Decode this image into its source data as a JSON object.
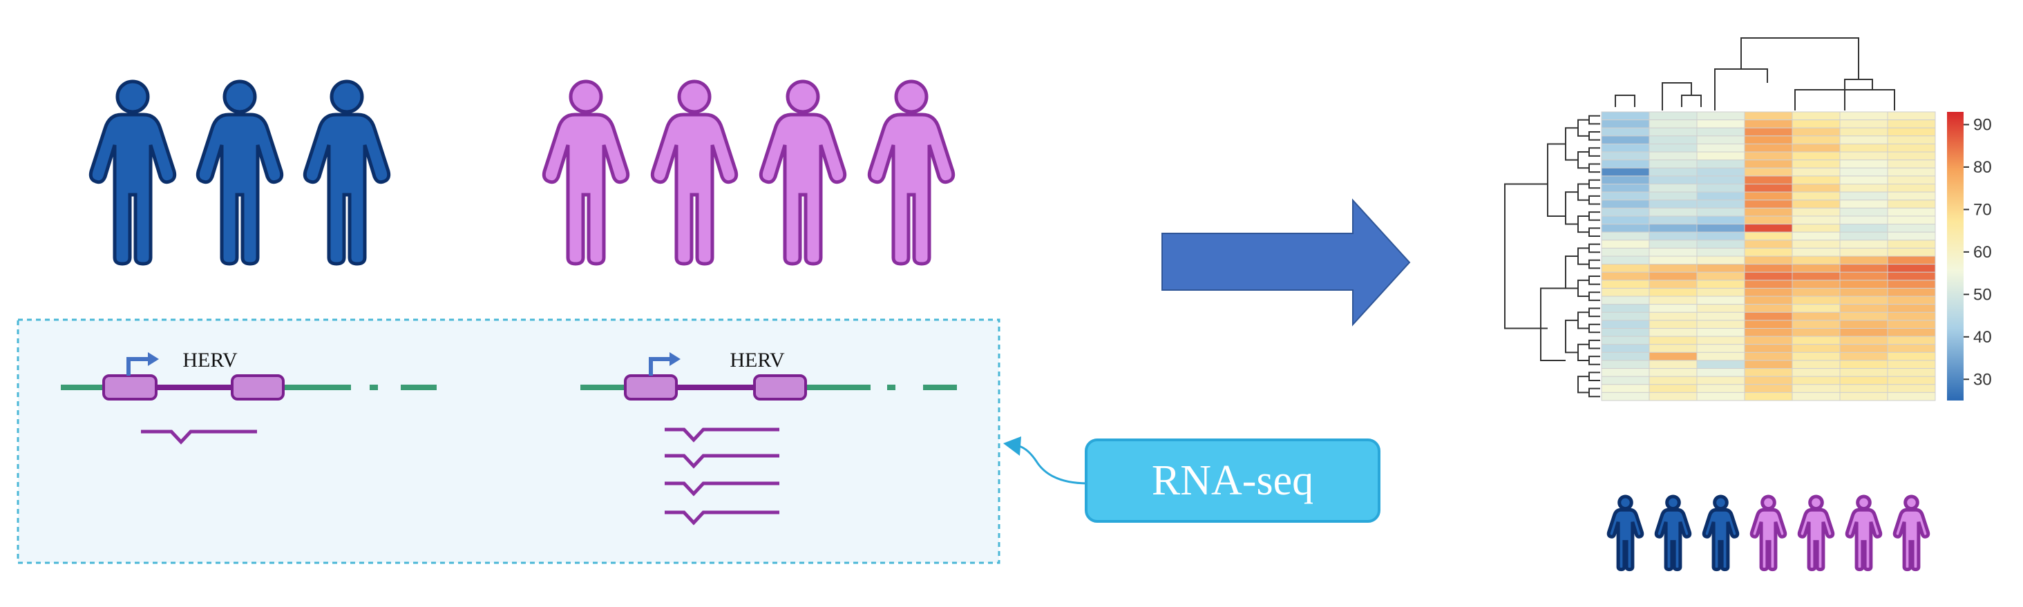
{
  "left_panel": {
    "herv_label_1": "HERV",
    "herv_label_2": "HERV"
  },
  "rna_seq": {
    "label": "RNA-seq"
  },
  "groups": {
    "control": {
      "count": 3,
      "color": "#1f5fb0",
      "stroke": "#0b2f6a"
    },
    "case": {
      "count": 4,
      "color": "#d98be8",
      "stroke": "#8a2e9f"
    }
  },
  "colors": {
    "backbone": "#3b9c74",
    "herv_box": "#c98ad9",
    "herv_box_stroke": "#7a1f8f",
    "arrow_blue": "#4472c4",
    "rna_box": "#4cc6ef",
    "dashed_frame": "#4ab7d6"
  },
  "chart_data": {
    "type": "heatmap",
    "colorbar": {
      "ticks": [
        30,
        40,
        50,
        60,
        70,
        80,
        90
      ],
      "range": [
        25,
        93
      ]
    },
    "columns": 7,
    "rows": 36,
    "column_groups": [
      "control",
      "control",
      "control",
      "case",
      "case",
      "case",
      "case"
    ],
    "values": [
      [
        40,
        50,
        52,
        70,
        62,
        58,
        60
      ],
      [
        38,
        52,
        55,
        75,
        66,
        60,
        64
      ],
      [
        42,
        50,
        50,
        80,
        70,
        62,
        66
      ],
      [
        36,
        48,
        52,
        78,
        68,
        58,
        62
      ],
      [
        40,
        48,
        54,
        76,
        72,
        64,
        64
      ],
      [
        44,
        52,
        56,
        72,
        66,
        60,
        62
      ],
      [
        40,
        50,
        48,
        74,
        64,
        56,
        60
      ],
      [
        30,
        46,
        44,
        70,
        60,
        54,
        58
      ],
      [
        36,
        44,
        44,
        82,
        66,
        56,
        60
      ],
      [
        38,
        50,
        46,
        84,
        70,
        60,
        62
      ],
      [
        42,
        48,
        42,
        78,
        64,
        52,
        58
      ],
      [
        38,
        44,
        44,
        80,
        68,
        56,
        62
      ],
      [
        44,
        50,
        48,
        74,
        60,
        52,
        56
      ],
      [
        40,
        44,
        40,
        72,
        58,
        54,
        56
      ],
      [
        38,
        36,
        34,
        88,
        62,
        48,
        52
      ],
      [
        50,
        44,
        42,
        66,
        56,
        50,
        54
      ],
      [
        56,
        50,
        48,
        70,
        60,
        58,
        62
      ],
      [
        52,
        54,
        52,
        66,
        58,
        60,
        62
      ],
      [
        50,
        56,
        58,
        72,
        68,
        74,
        80
      ],
      [
        68,
        72,
        74,
        80,
        76,
        82,
        86
      ],
      [
        72,
        76,
        70,
        84,
        82,
        80,
        84
      ],
      [
        66,
        70,
        66,
        80,
        76,
        78,
        80
      ],
      [
        62,
        66,
        62,
        76,
        72,
        74,
        76
      ],
      [
        52,
        60,
        56,
        74,
        68,
        70,
        72
      ],
      [
        46,
        56,
        60,
        72,
        64,
        72,
        74
      ],
      [
        48,
        60,
        58,
        80,
        72,
        70,
        72
      ],
      [
        44,
        62,
        60,
        78,
        70,
        74,
        72
      ],
      [
        46,
        58,
        56,
        76,
        72,
        76,
        74
      ],
      [
        48,
        64,
        60,
        72,
        66,
        70,
        68
      ],
      [
        44,
        62,
        58,
        74,
        68,
        72,
        70
      ],
      [
        46,
        76,
        58,
        72,
        64,
        70,
        66
      ],
      [
        50,
        60,
        46,
        74,
        62,
        66,
        64
      ],
      [
        54,
        58,
        54,
        68,
        60,
        62,
        62
      ],
      [
        52,
        62,
        60,
        70,
        64,
        66,
        64
      ],
      [
        56,
        64,
        58,
        70,
        60,
        62,
        62
      ],
      [
        54,
        60,
        56,
        66,
        58,
        60,
        58
      ]
    ]
  }
}
